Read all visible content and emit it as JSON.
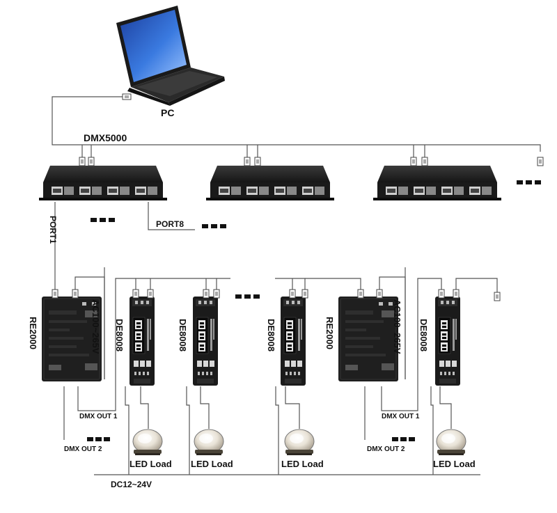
{
  "pc": {
    "label": "PC"
  },
  "splitter": {
    "label": "DMX5000",
    "port_first": "PORT1",
    "port_last": "PORT8"
  },
  "re2000": {
    "model": "RE2000",
    "power": "AC100~265V",
    "out1": "DMX OUT 1",
    "out2": "DMX OUT 2"
  },
  "decoder": {
    "model": "DE8008"
  },
  "load": {
    "label": "LED Load"
  },
  "supply": {
    "label": "DC12~24V"
  },
  "colors": {
    "device": "#1b1b1b",
    "wire": "#555555",
    "screen": "#2f6bd8"
  }
}
